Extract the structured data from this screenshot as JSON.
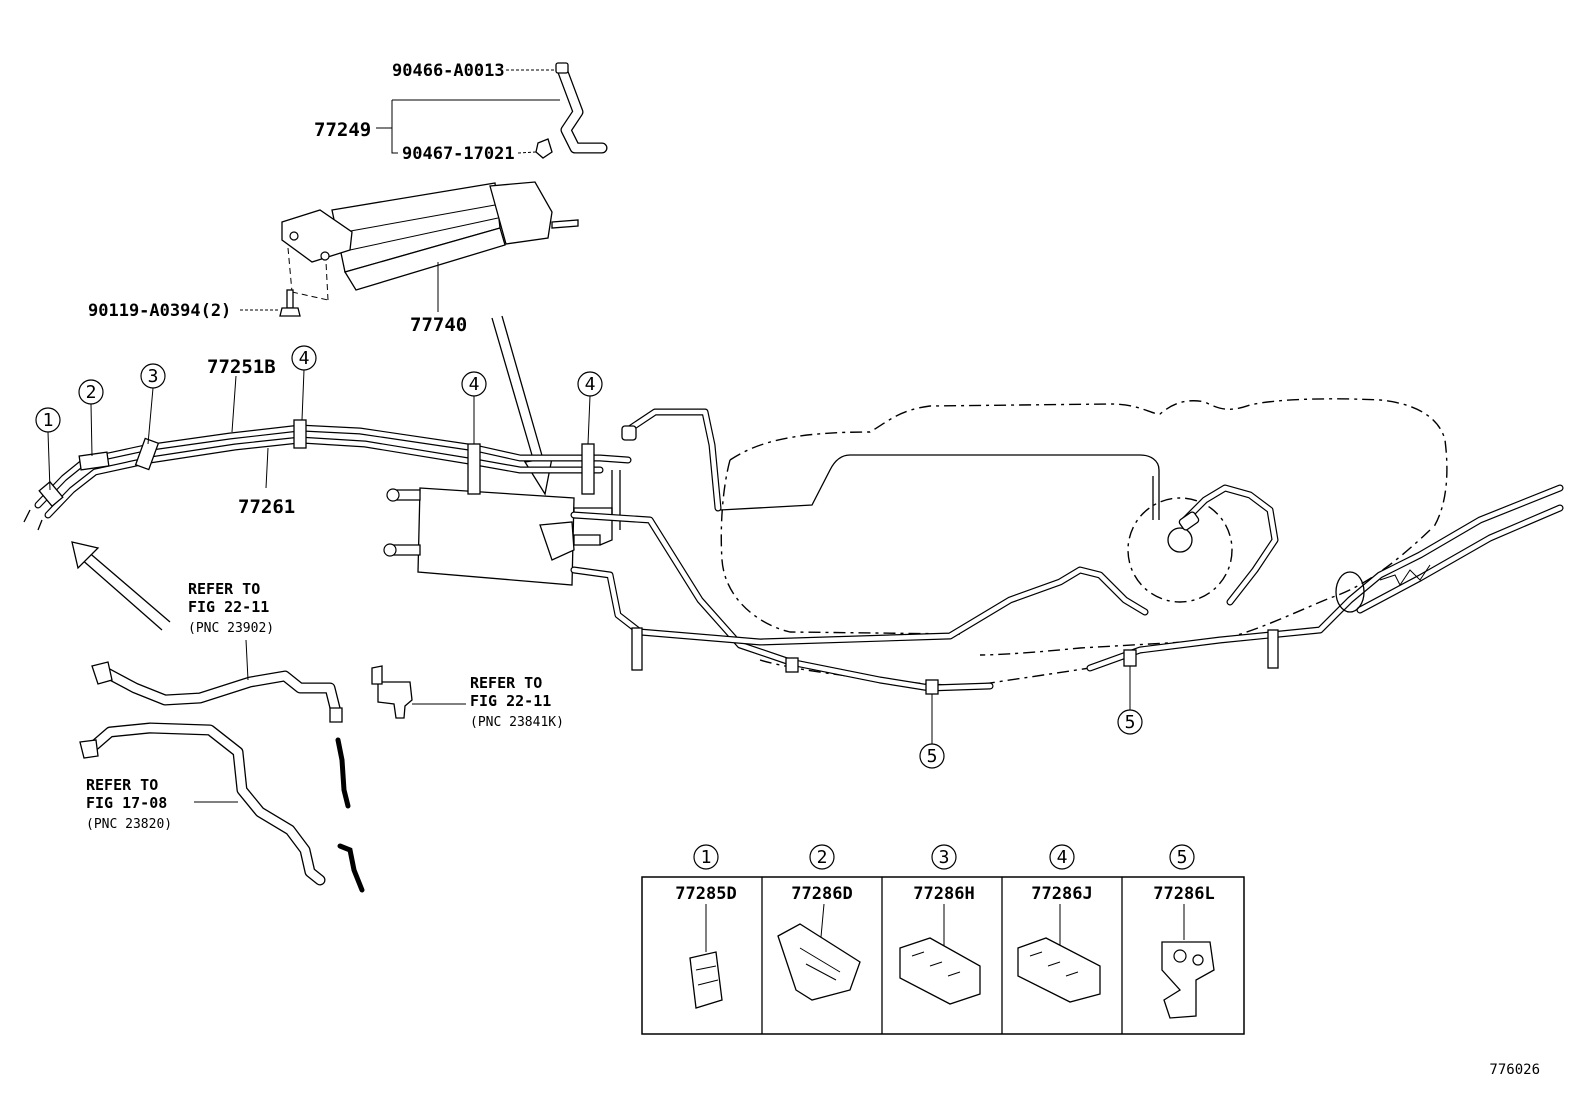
{
  "parts": {
    "p90466": "90466-A0013",
    "p77249": "77249",
    "p90467": "90467-17021",
    "p90119": "90119-A0394(2)",
    "p77740": "77740",
    "p77251B": "77251B",
    "p77261": "77261"
  },
  "references": [
    {
      "line1": "REFER TO",
      "line2": "FIG 22-11",
      "pnc": "(PNC 23902)"
    },
    {
      "line1": "REFER TO",
      "line2": "FIG 22-11",
      "pnc": "(PNC 23841K)"
    },
    {
      "line1": "REFER TO",
      "line2": "FIG 17-08",
      "pnc": "(PNC 23820)"
    }
  ],
  "callouts": {
    "c1": "1",
    "c2": "2",
    "c3": "3",
    "c4": "4",
    "c5": "5"
  },
  "legend": [
    {
      "number": "1",
      "part": "77285D"
    },
    {
      "number": "2",
      "part": "77286D"
    },
    {
      "number": "3",
      "part": "77286H"
    },
    {
      "number": "4",
      "part": "77286J"
    },
    {
      "number": "5",
      "part": "77286L"
    }
  ],
  "figure_number": "776026"
}
